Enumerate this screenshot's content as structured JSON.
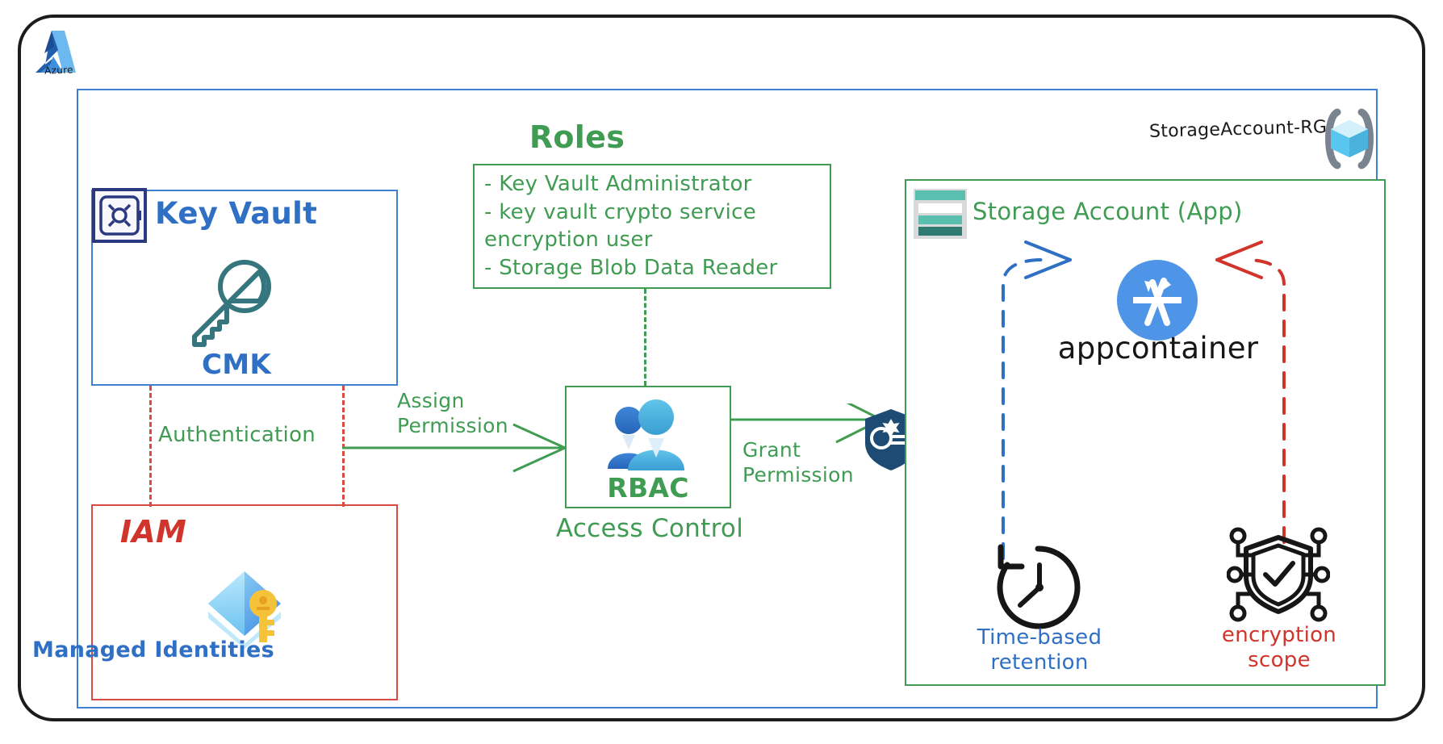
{
  "brand": {
    "logo_name": "azure-logo",
    "logo_label": "Azure"
  },
  "subscription": {
    "name": "subscription-boundary"
  },
  "resource_group": {
    "label": "StorageAccount-RG",
    "icon": "resource-group-icon"
  },
  "key_vault": {
    "title": "Key Vault",
    "icon": "key-vault-icon",
    "key_icon": "key-icon",
    "cmk_label": "CMK"
  },
  "iam": {
    "title": "IAM",
    "icon": "managed-identity-icon",
    "label": "Managed Identities"
  },
  "roles": {
    "title": "Roles",
    "items": [
      "- Key Vault Administrator",
      "- key vault crypto service encryption user",
      "- Storage Blob Data Reader"
    ]
  },
  "rbac": {
    "icon": "users-group-icon",
    "label": "RBAC",
    "caption": "Access Control"
  },
  "connectors": {
    "authentication": "Authentication",
    "assign_permission": "Assign Permission",
    "assign_permission_line1": "Assign",
    "assign_permission_line2": "Permission",
    "grant_permission": "Grant Permission",
    "grant_permission_line1": "Grant",
    "grant_permission_line2": "Permission",
    "keys_icon": "keys-shield-icon"
  },
  "storage_account": {
    "title": "Storage Account (App)",
    "icon": "storage-account-icon",
    "container": {
      "icon": "app-store-icon",
      "label": "appcontainer"
    },
    "features": [
      {
        "icon": "clock-icon",
        "line1": "Time-based",
        "line2": "retention",
        "color": "#2f6fc4"
      },
      {
        "icon": "encryption-shield-icon",
        "line1": "encryption",
        "line2": "scope",
        "color": "#d1342a"
      }
    ]
  },
  "colors": {
    "blue": "#2f6fc4",
    "green": "#3f9c52",
    "red": "#d1342a",
    "navy": "#1f3864",
    "black": "#161616",
    "teal": "#35757e"
  }
}
